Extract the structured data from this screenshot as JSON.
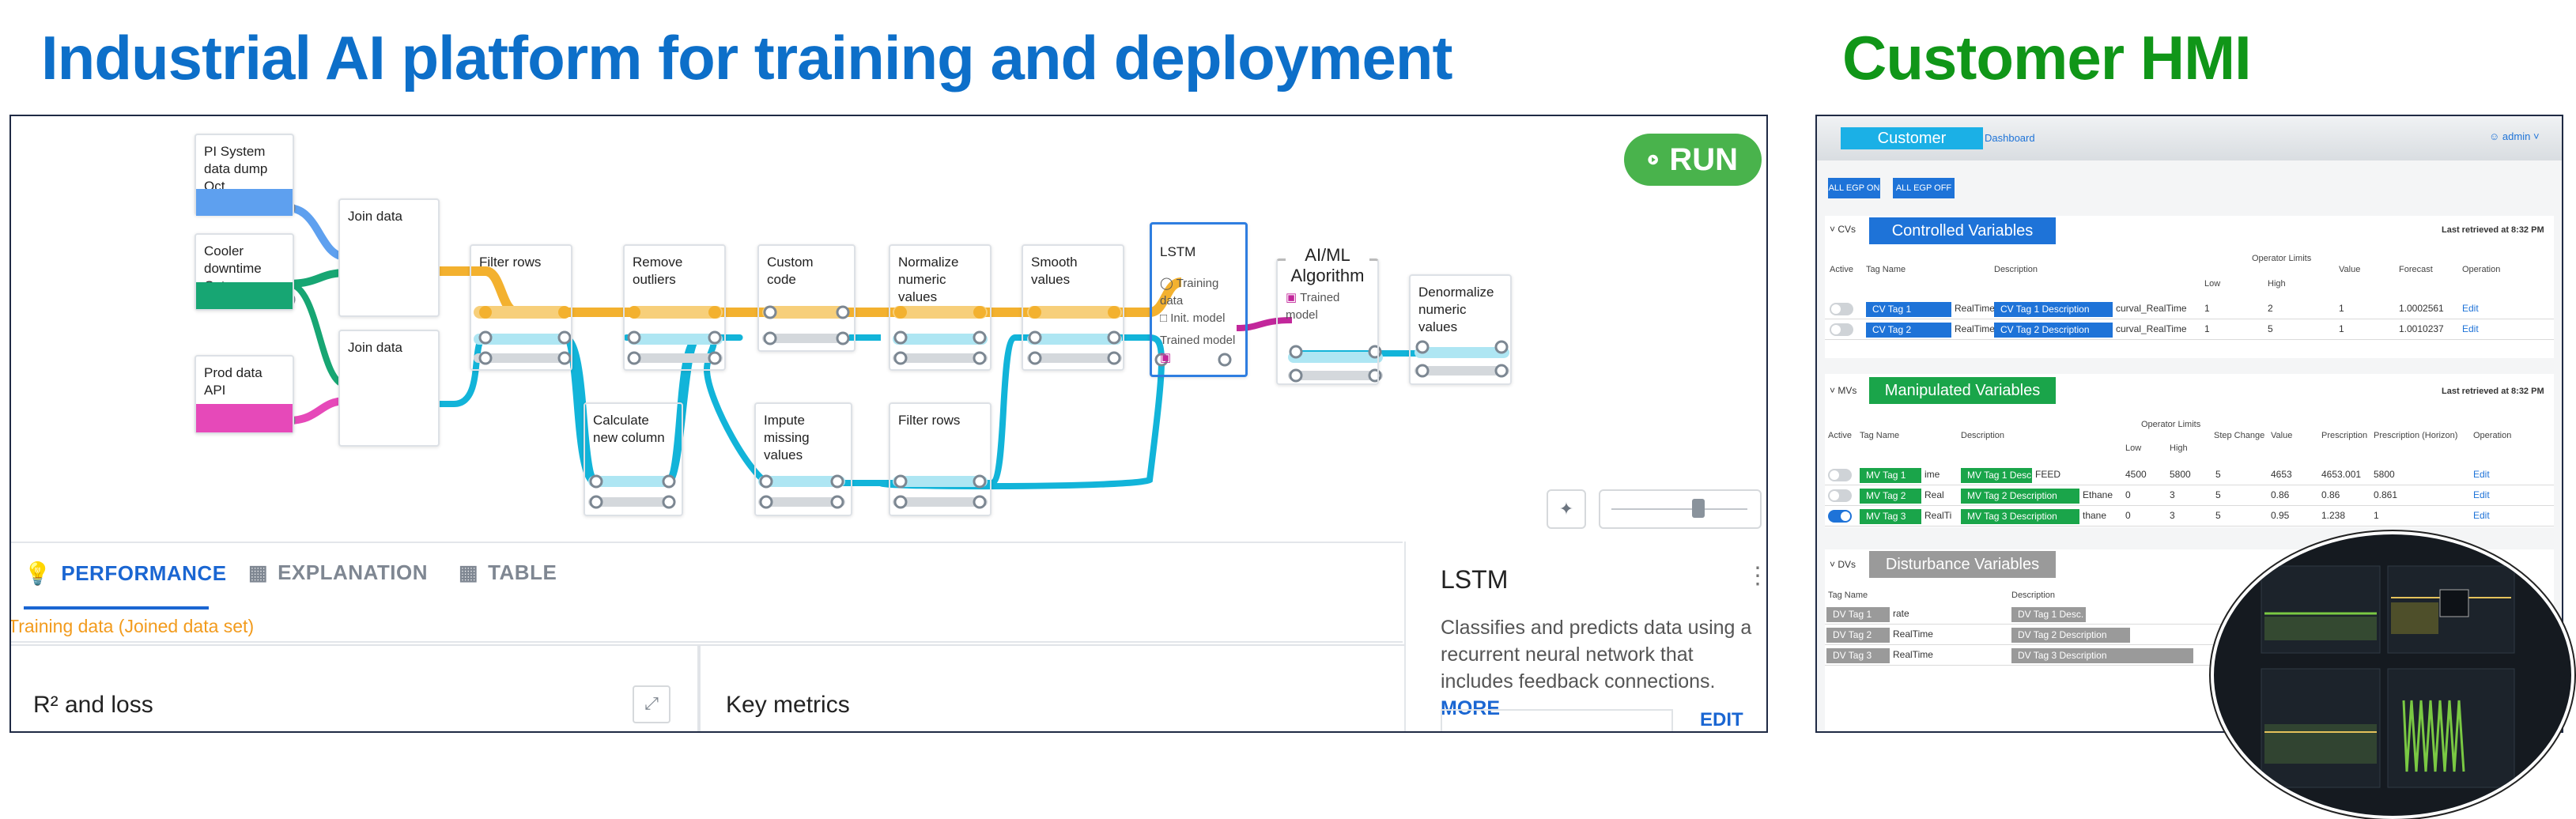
{
  "headings": {
    "left_title": "Industrial AI platform for training and deployment",
    "right_title": "Customer HMI",
    "left_color": "#0d6fc9",
    "right_color": "#109618"
  },
  "pipeline": {
    "run_label": "RUN",
    "sources": {
      "pi_system": "PI System data dump Oct",
      "cooler": "Cooler downtime Oct",
      "prod_api": "Prod data API"
    },
    "nodes": {
      "join_data_1": "Join data",
      "join_data_2": "Join data",
      "filter_rows_1": "Filter rows",
      "remove_outliers": "Remove outliers",
      "custom_code": "Custom code",
      "normalize": "Normalize numeric values",
      "smooth": "Smooth values",
      "lstm": "LSTM",
      "lstm_training": "Training data",
      "lstm_init": "Init. model",
      "lstm_trained": "Trained model",
      "ai_ml": "AI/ML Algorithm",
      "ai_trained": "Trained model",
      "denormalize": "Denormalize numeric values",
      "calc_column": "Calculate new column",
      "impute": "Impute missing values",
      "filter_rows_2": "Filter rows"
    },
    "colors": {
      "orange": "#f3b12f",
      "cyan": "#12b4d9",
      "blue_src": "#5ea0ef",
      "green_src": "#17a673",
      "pink_src": "#e649b9",
      "magenta": "#c2279b"
    }
  },
  "bottom": {
    "tabs": {
      "performance": "PERFORMANCE",
      "explanation": "EXPLANATION",
      "table": "TABLE"
    },
    "subtitle": "Training data (Joined data set)",
    "r2_title": "R² and loss",
    "key_metrics": "Key metrics",
    "side_title": "LSTM",
    "side_desc": "Classifies and predicts data using a recurrent neural network that includes feedback connections.",
    "side_more": "MORE",
    "side_edit": "EDIT"
  },
  "hmi": {
    "tab_customer": "Customer",
    "tab_dashboard": "Dashboard",
    "admin": "admin",
    "btn_all_egp_on": "ALL EGP ON",
    "btn_all_egp_off": "ALL EGP OFF",
    "cv": {
      "abbr": "CVs",
      "title": "Controlled Variables",
      "last": "Last retrieved at 8:32 PM",
      "headers": {
        "active": "Active",
        "tag": "Tag Name",
        "desc": "Description",
        "op": "Operator Limits",
        "low": "Low",
        "high": "High",
        "value": "Value",
        "forecast": "Forecast",
        "operation": "Operation"
      },
      "rows": [
        {
          "tag": "CV Tag 1",
          "tag_suffix": "RealTime",
          "desc": "CV Tag 1 Description",
          "desc_suffix": "curval_RealTime",
          "low": "1",
          "high": "2",
          "value": "1",
          "forecast": "1.0002561",
          "op": "Edit"
        },
        {
          "tag": "CV Tag 2",
          "tag_suffix": "RealTime",
          "desc": "CV Tag 2 Description",
          "desc_suffix": "curval_RealTime",
          "low": "1",
          "high": "5",
          "value": "1",
          "forecast": "1.0010237",
          "op": "Edit"
        }
      ]
    },
    "mv": {
      "abbr": "MVs",
      "title": "Manipulated Variables",
      "last": "Last retrieved at 8:32 PM",
      "headers": {
        "active": "Active",
        "tag": "Tag Name",
        "desc": "Description",
        "op": "Operator Limits",
        "low": "Low",
        "high": "High",
        "step": "Step Change",
        "value": "Value",
        "prescription": "Prescription",
        "horizon": "Prescription (Horizon)",
        "operation": "Operation"
      },
      "rows": [
        {
          "tag": "MV Tag 1",
          "tag_suffix": "ime",
          "desc": "MV Tag 1 Desc.",
          "desc_suffix": "FEED",
          "low": "4500",
          "high": "5800",
          "step": "5",
          "value": "4653",
          "pres": "4653.001",
          "hor": "5800",
          "op": "Edit"
        },
        {
          "tag": "MV Tag 2",
          "tag_suffix": "Real",
          "desc": "MV Tag 2 Description",
          "desc_suffix": "Ethane",
          "low": "0",
          "high": "3",
          "step": "5",
          "value": "0.86",
          "pres": "0.86",
          "hor": "0.861",
          "op": "Edit"
        },
        {
          "tag": "MV Tag 3",
          "tag_suffix": "RealTi",
          "desc": "MV Tag 3 Description",
          "desc_suffix": "thane",
          "low": "0",
          "high": "3",
          "step": "5",
          "value": "0.95",
          "pres": "1.238",
          "hor": "1",
          "op": "Edit"
        }
      ]
    },
    "dv": {
      "abbr": "DVs",
      "title": "Disturbance Variables",
      "headers": {
        "tag": "Tag Name",
        "desc": "Description"
      },
      "rows": [
        {
          "tag": "DV Tag 1",
          "tag_suffix": "rate",
          "desc": "DV Tag 1 Desc."
        },
        {
          "tag": "DV Tag 2",
          "tag_suffix": "RealTime",
          "desc": "DV Tag 2 Description"
        },
        {
          "tag": "DV Tag 3",
          "tag_suffix": "RealTime",
          "desc": "DV Tag 3 Description"
        }
      ]
    },
    "colors": {
      "cv": "#1e73d8",
      "mv": "#1aa54a",
      "dv": "#9a9a9a",
      "header_bar": "#1bb0e6"
    }
  }
}
